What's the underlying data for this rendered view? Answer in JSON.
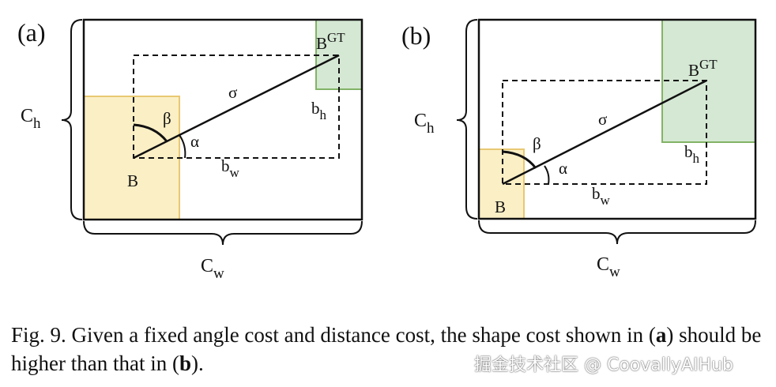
{
  "colors": {
    "predicted_box_fill": "#fbefc5",
    "predicted_box_stroke": "#e8c872",
    "ground_truth_fill": "#d5e8d4",
    "ground_truth_stroke": "#82b366",
    "line": "#111111"
  },
  "panel_a": {
    "label": "(a)",
    "box_label": "B",
    "gt_label_base": "B",
    "gt_label_sup": "GT",
    "sigma": "σ",
    "alpha": "α",
    "beta": "β",
    "bh_base": "b",
    "bh_sub": "h",
    "bw_base": "b",
    "bw_sub": "w",
    "ch_base": "C",
    "ch_sub": "h",
    "cw_base": "C",
    "cw_sub": "w"
  },
  "panel_b": {
    "label": "(b)",
    "box_label": "B",
    "gt_label_base": "B",
    "gt_label_sup": "GT",
    "sigma": "σ",
    "alpha": "α",
    "beta": "β",
    "bh_base": "b",
    "bh_sub": "h",
    "bw_base": "b",
    "bw_sub": "w",
    "ch_base": "C",
    "ch_sub": "h",
    "cw_base": "C",
    "cw_sub": "w"
  },
  "caption": {
    "part1": "Fig. 9.  Given a fixed angle cost and distance cost, the shape cost shown in (",
    "bold_a": "a",
    "part2": ") should be higher than that in (",
    "bold_b": "b",
    "part3": ")."
  },
  "watermark": "掘金技术社区 @ CoovallyAIHub"
}
